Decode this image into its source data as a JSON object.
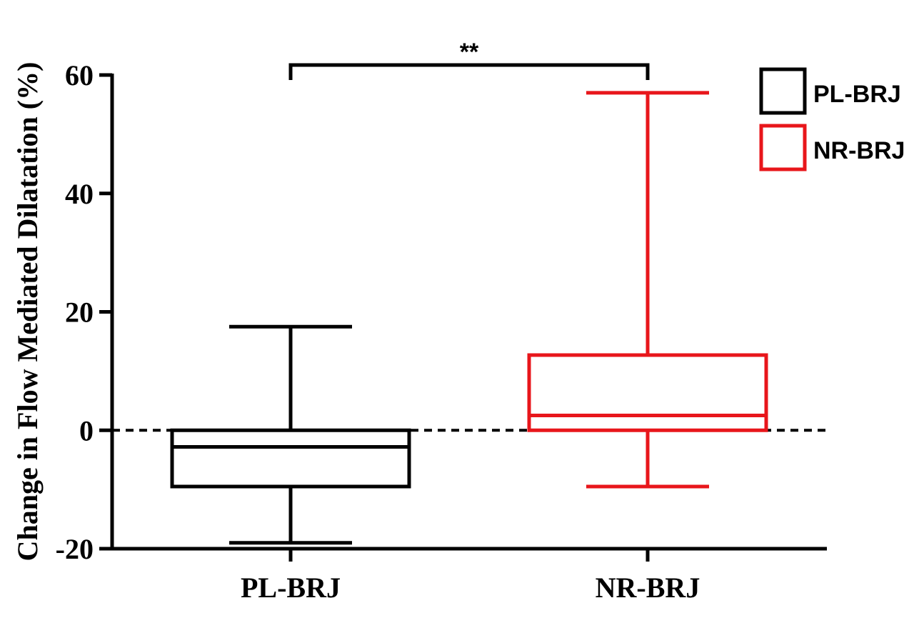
{
  "chart_data": {
    "type": "box",
    "ylabel": "Change in Flow Mediated Dilatation (%)",
    "xlabel": "",
    "ylim": [
      -20,
      60
    ],
    "yticks": [
      -20,
      0,
      20,
      40,
      60
    ],
    "ytick_labels": [
      "-20",
      "0",
      "20",
      "40",
      "60"
    ],
    "categories": [
      "PL-BRJ",
      "NR-BRJ"
    ],
    "reference_line": {
      "y": 0,
      "style": "dashed"
    },
    "series": [
      {
        "name": "PL-BRJ",
        "color": "#000000",
        "min": -19,
        "q1": -9.5,
        "median": -2.8,
        "q3": 0,
        "max": 17.5
      },
      {
        "name": "NR-BRJ",
        "color": "#e8161b",
        "min": -9.5,
        "q1": 0,
        "median": 2.5,
        "q3": 12.7,
        "max": 57
      }
    ],
    "significance": {
      "label": "**",
      "between": [
        "PL-BRJ",
        "NR-BRJ"
      ]
    },
    "legend": {
      "position": "top-right",
      "entries": [
        "PL-BRJ",
        "NR-BRJ"
      ]
    }
  }
}
